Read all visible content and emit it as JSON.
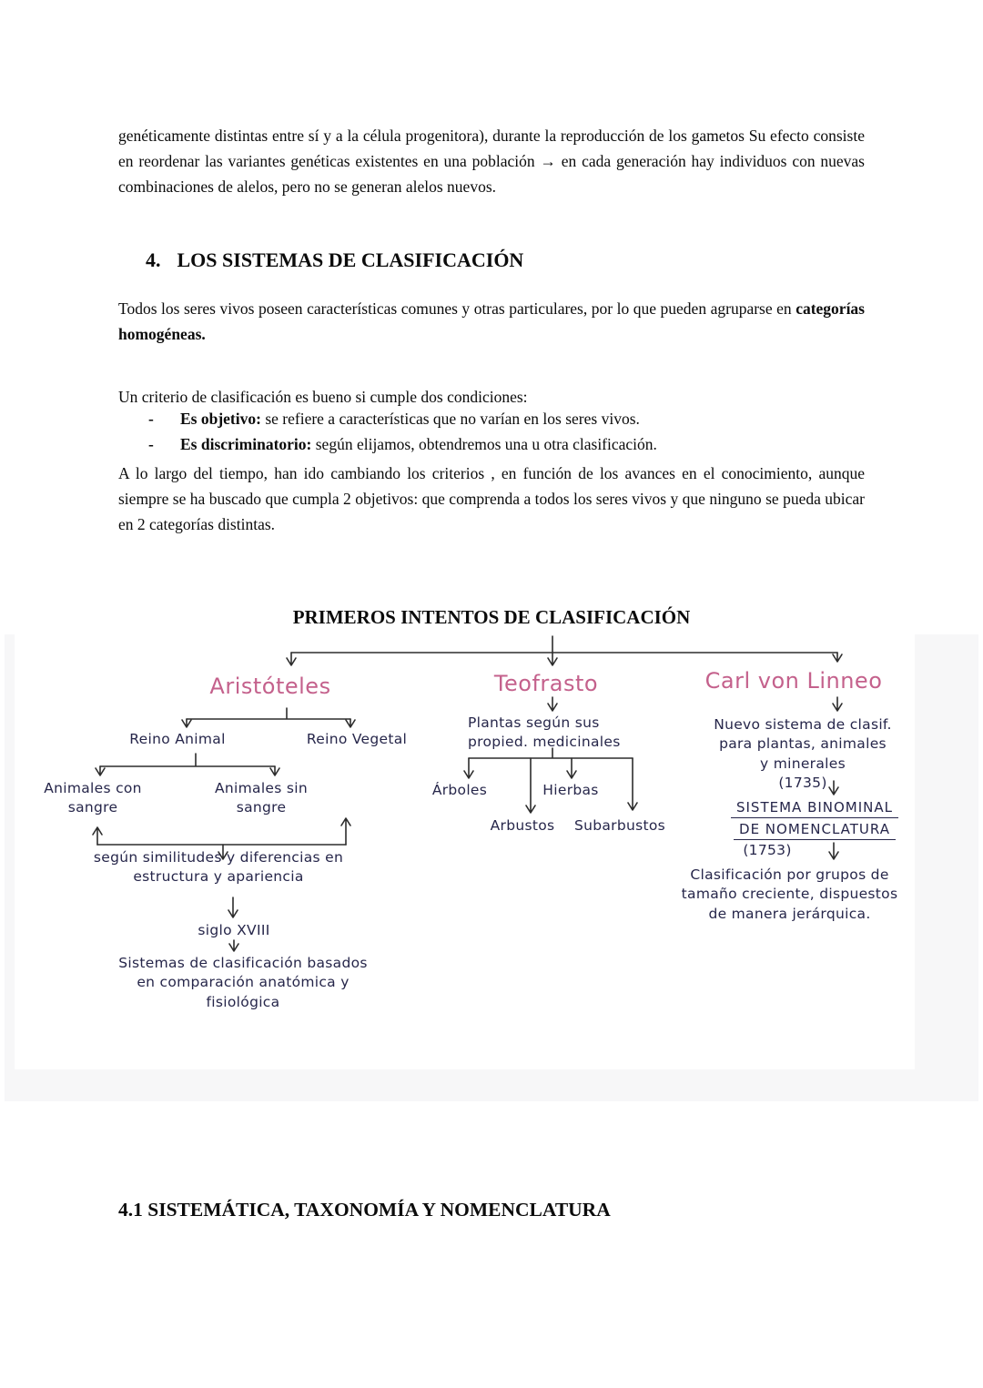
{
  "page": {
    "paragraph1": "genéticamente distintas entre sí y a la célula progenitora), durante la reproducción de los gametos Su efecto consiste en reordenar las variantes genéticas existentes en una población → en cada generación hay individuos con nuevas combinaciones de alelos, pero no se generan alelos nuevos.",
    "section4": {
      "number": "4.",
      "title": "LOS SISTEMAS DE CLASIFICACIÓN"
    },
    "paragraph2_normal": "Todos los seres vivos poseen características comunes y otras particulares, por lo que pueden agruparse en ",
    "paragraph2_bold": "categorías homogéneas.",
    "paragraph3": "Un criterio de clasificación es bueno si cumple dos condiciones:",
    "bullets": [
      {
        "dash": "-",
        "label": "Es objetivo:",
        "rest": " se refiere a características que no varían en los seres vivos."
      },
      {
        "dash": "-",
        "label": "Es discriminatorio:",
        "rest": " según elijamos, obtendremos una u otra clasificación."
      }
    ],
    "paragraph4": "A lo largo del tiempo, han ido cambiando los criterios , en función de los avances en el conocimiento, aunque siempre se ha buscado que cumpla 2 objetivos: que comprenda a todos los seres vivos y que ninguno se pueda ubicar en 2 categorías distintas.",
    "diagram_title": "PRIMEROS INTENTOS DE CLASIFICACIÓN",
    "section41_title": "4.1 SISTEMÁTICA, TAXONOMÍA Y NOMENCLATURA"
  },
  "diagram": {
    "colors": {
      "header_pink": "#c4618c",
      "ink": "#26264a",
      "line": "#2d2d2d"
    },
    "nodes": {
      "aristoteles": "Aristóteles",
      "teofrasto": "Teofrasto",
      "linneo": "Carl von Linneo",
      "reino_animal": "Reino Animal",
      "reino_vegetal": "Reino Vegetal",
      "animales_con_sangre": [
        "Animales con",
        "sangre"
      ],
      "animales_sin_sangre": [
        "Animales sin",
        "sangre"
      ],
      "similitudes": [
        "según similitudes y diferencias en",
        "estructura y apariencia"
      ],
      "siglo_xviii": "siglo XVIII",
      "sistemas_basados": [
        "Sistemas de clasificación basados",
        "en comparación anatómica y",
        "fisiológica"
      ],
      "plantas": [
        "Plantas según sus",
        "propied. medicinales"
      ],
      "arboles": "Árboles",
      "hierbas": "Hierbas",
      "arbustos": "Arbustos",
      "subarbustos": "Subarbustos",
      "nuevo_sistema": [
        "Nuevo sistema de clasif.",
        "para plantas, animales",
        "y minerales",
        "(1735)"
      ],
      "binominal_line1": "SISTEMA BINOMINAL",
      "binominal_line2": "DE NOMENCLATURA",
      "anio_1753": "(1753)",
      "clasificacion": [
        "Clasificación por grupos de",
        "tamaño creciente, dispuestos",
        "de manera jerárquica."
      ]
    }
  }
}
